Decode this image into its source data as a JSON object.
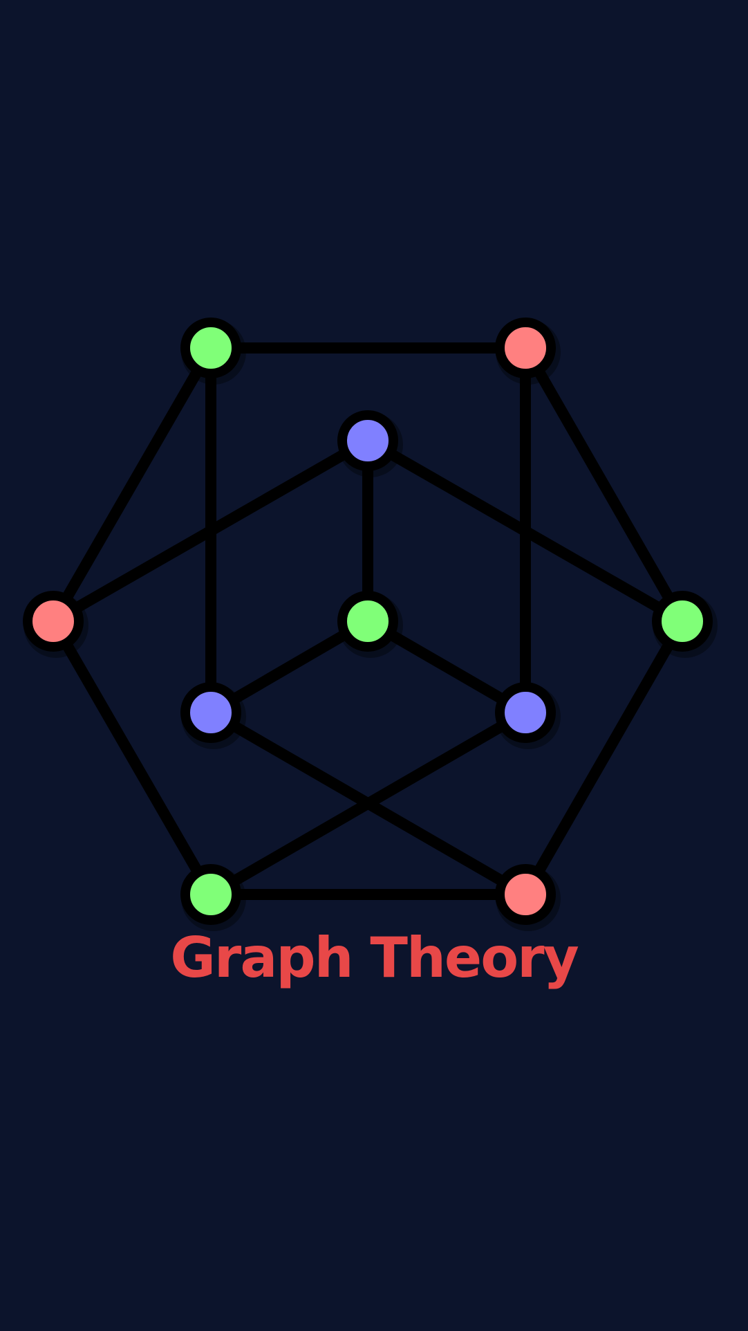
{
  "title": "Graph Theory",
  "colors": {
    "background": "#0c142c",
    "edge": "#000000",
    "title": "#e84848",
    "node_green": "#80ff78",
    "node_red": "#ff8080",
    "node_blue": "#8080ff"
  },
  "graph": {
    "nodes": [
      {
        "id": "n1",
        "color": "node_green"
      },
      {
        "id": "n2",
        "color": "node_red"
      },
      {
        "id": "n3",
        "color": "node_blue"
      },
      {
        "id": "n4",
        "color": "node_red"
      },
      {
        "id": "n5",
        "color": "node_green"
      },
      {
        "id": "n6",
        "color": "node_green"
      },
      {
        "id": "n7",
        "color": "node_blue"
      },
      {
        "id": "n8",
        "color": "node_blue"
      },
      {
        "id": "n9",
        "color": "node_green"
      },
      {
        "id": "n10",
        "color": "node_red"
      }
    ],
    "edges": [
      [
        "n1",
        "n2"
      ],
      [
        "n1",
        "n4"
      ],
      [
        "n1",
        "n7"
      ],
      [
        "n2",
        "n5"
      ],
      [
        "n2",
        "n8"
      ],
      [
        "n3",
        "n4"
      ],
      [
        "n3",
        "n5"
      ],
      [
        "n3",
        "n6"
      ],
      [
        "n4",
        "n9"
      ],
      [
        "n5",
        "n10"
      ],
      [
        "n6",
        "n7"
      ],
      [
        "n6",
        "n8"
      ],
      [
        "n7",
        "n10"
      ],
      [
        "n8",
        "n9"
      ],
      [
        "n9",
        "n10"
      ]
    ]
  }
}
